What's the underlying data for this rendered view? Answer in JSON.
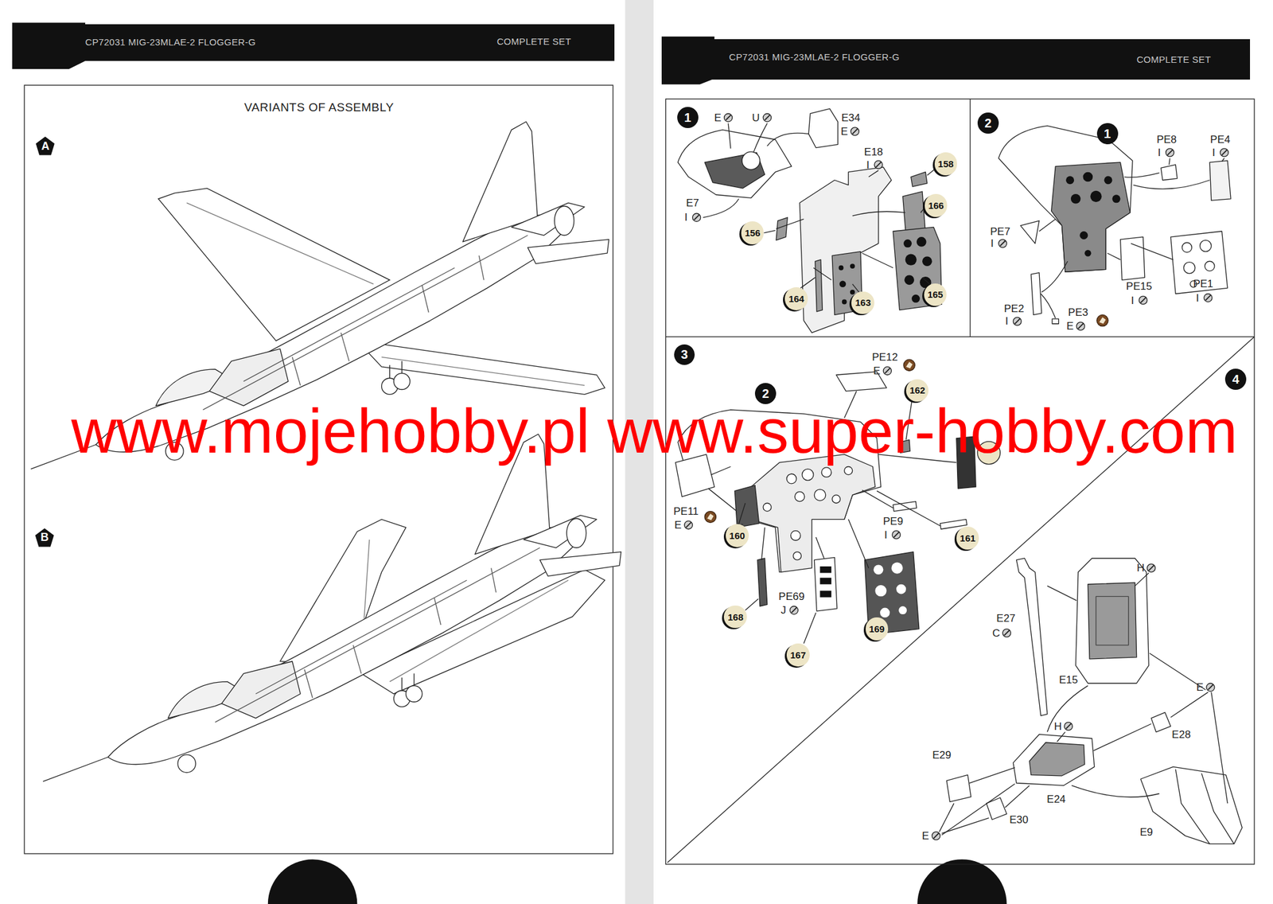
{
  "diagram": {
    "title": "VARIANTS OF ASSEMBLY",
    "nodes": [
      {
        "text": [
          "CP72031 MIG-23MLAE-2 FLOGGER-G",
          "COMPLETE SET"
        ]
      },
      {
        "text": [
          "A"
        ]
      },
      {
        "text": [
          "B"
        ]
      },
      {
        "text": [
          "CP72031 MIG-23MLAE-2 FLOGGER-G",
          "COMPLETE SET"
        ]
      },
      {
        "text": [
          "1"
        ]
      },
      {
        "text": [
          "158"
        ]
      },
      {
        "text": [
          "166"
        ]
      },
      {
        "text": [
          "156"
        ]
      },
      {
        "text": [
          "164"
        ]
      },
      {
        "text": [
          "163"
        ]
      },
      {
        "text": [
          "165"
        ]
      },
      {
        "text": [
          "2"
        ]
      },
      {
        "text": [
          "1"
        ]
      },
      {
        "text": [
          "3"
        ]
      },
      {
        "text": [
          "2"
        ]
      },
      {
        "text": [
          "162"
        ]
      },
      {
        "text": [
          "160"
        ]
      },
      {
        "text": [
          "161"
        ]
      },
      {
        "text": [
          "168"
        ]
      },
      {
        "text": [
          "167"
        ]
      },
      {
        "text": [
          "169"
        ]
      },
      {
        "text": [
          "4"
        ]
      }
    ],
    "labels": [
      "E",
      "U",
      "E34",
      "E",
      "E18",
      "I",
      "E7",
      "I",
      "PE8",
      "I",
      "PE4",
      "I",
      "PE7",
      "I",
      "PE15",
      "I",
      "PE1",
      "I",
      "PE2",
      "I",
      "PE3",
      "E",
      "PE12",
      "E",
      "PE11",
      "E",
      "PE9",
      "I",
      "PE69",
      "J",
      "H",
      "E27",
      "C",
      "E15",
      "E",
      "E28",
      "E29",
      "H",
      "E24",
      "E30",
      "E",
      "E9",
      "www.mojehobby.pl www.super-hobby.com"
    ]
  }
}
